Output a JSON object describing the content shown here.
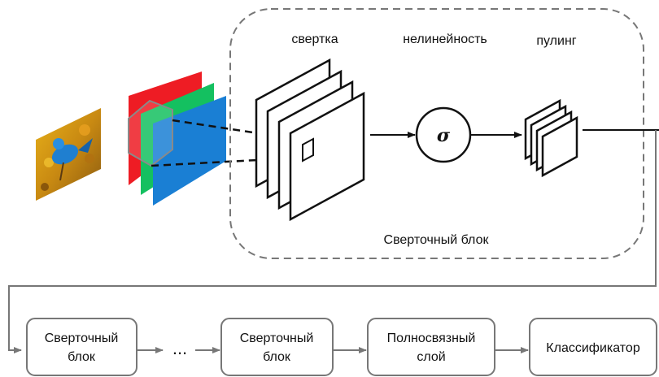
{
  "labels": {
    "convolution": "свертка",
    "nonlinearity": "нелинейность",
    "pooling": "пулинг",
    "conv_block": "Сверточный блок",
    "sigma": "σ",
    "ellipsis": "..."
  },
  "pipeline": [
    {
      "line1": "Сверточный",
      "line2": "блок"
    },
    {
      "line1": "Сверточный",
      "line2": "блок"
    },
    {
      "line1": "Полносвязный",
      "line2": "слой"
    },
    {
      "line1": "Классификатор"
    }
  ],
  "colors": {
    "rgb_red": "#ee1c24",
    "rgb_green": "#14c060",
    "rgb_blue": "#1a7fd4",
    "dashed_border": "#777777",
    "box_border": "#777777"
  }
}
